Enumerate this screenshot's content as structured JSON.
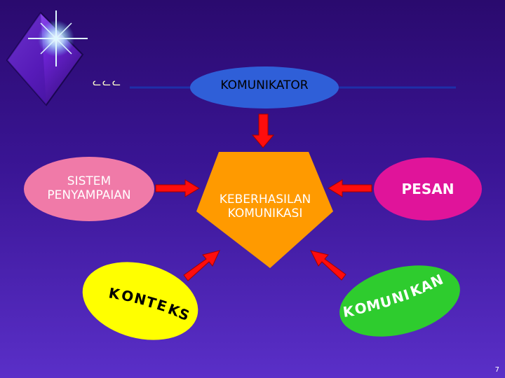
{
  "decor": {
    "logo_icon": "purple-diamond-with-starburst",
    "scribble_text": "ᓚᓚᓚ",
    "line_color": "#1e2fa8"
  },
  "nodes": {
    "komunikator": {
      "label": "KOMUNIKATOR",
      "color": "#2f5fd8",
      "text_color": "#000000"
    },
    "sistem_penyampaian": {
      "line1": "SISTEM",
      "line2": "PENYAMPAIAN",
      "color": "#f07aa8",
      "text_color": "#ffffff"
    },
    "keberhasilan": {
      "line1": "KEBERHASILAN",
      "line2": "KOMUNIKASI",
      "color": "#ff9a00",
      "text_color": "#ffffff"
    },
    "pesan": {
      "label": "PESAN",
      "color": "#e0149a",
      "text_color": "#ffffff"
    },
    "konteks": {
      "label": "KONTEKS",
      "color": "#ffff00",
      "text_color": "#000000"
    },
    "komunikan": {
      "label": "KOMUNIKAN",
      "color": "#2ecc2e",
      "text_color": "#ffffff"
    }
  },
  "arrows": {
    "color": "#ff0d0d",
    "items": [
      "komunikator-to-center",
      "sistem-to-center",
      "pesan-to-center",
      "konteks-to-center",
      "komunikan-to-center"
    ]
  },
  "footer": {
    "page_number": "7"
  }
}
